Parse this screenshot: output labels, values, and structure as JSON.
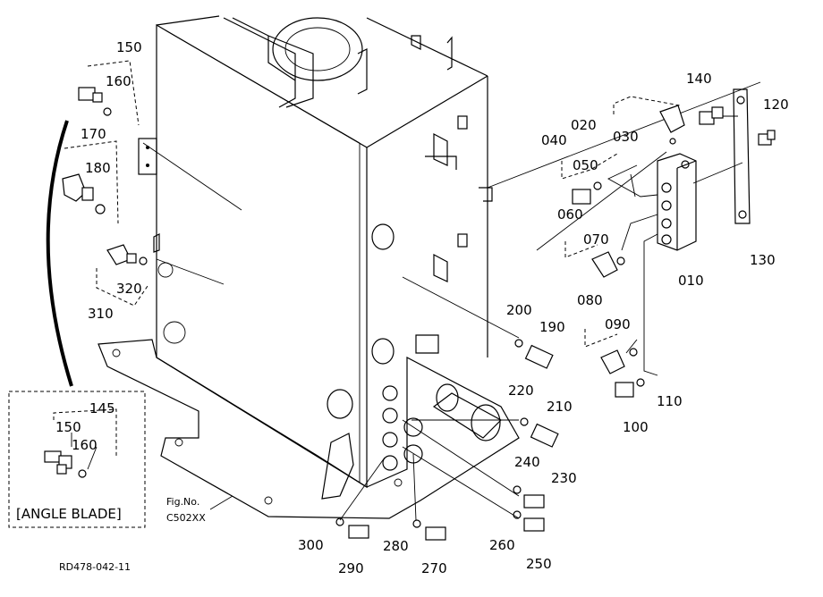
{
  "labels": {
    "p010": "010",
    "p020": "020",
    "p030": "030",
    "p040": "040",
    "p050": "050",
    "p060": "060",
    "p070": "070",
    "p080": "080",
    "p090": "090",
    "p100": "100",
    "p110": "110",
    "p120": "120",
    "p130": "130",
    "p140": "140",
    "p145": "145",
    "p150": "150",
    "p150b": "150",
    "p160": "160",
    "p160b": "160",
    "p170": "170",
    "p180": "180",
    "p190": "190",
    "p200": "200",
    "p210": "210",
    "p220": "220",
    "p230": "230",
    "p240": "240",
    "p250": "250",
    "p260": "260",
    "p270": "270",
    "p280": "280",
    "p290": "290",
    "p300": "300",
    "p310": "310",
    "p320": "320"
  },
  "inset_caption": "[ANGLE BLADE]",
  "fig_no_label": "Fig.No.",
  "fig_no_value": "C502XX",
  "drawing_code": "RD478-042-11"
}
